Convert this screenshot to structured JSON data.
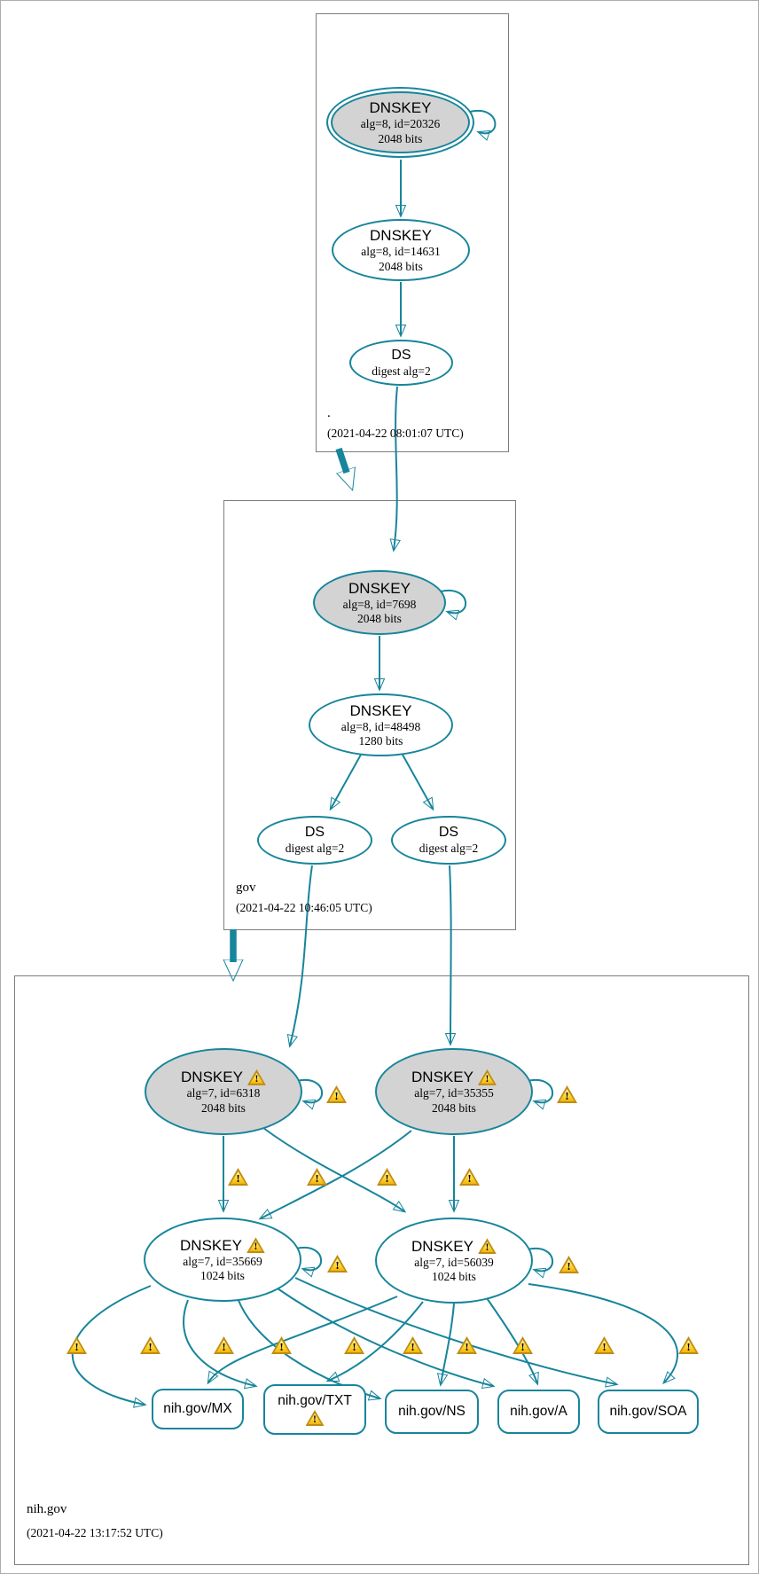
{
  "title": "DNSSEC authentication chain graph",
  "icons": {
    "warning_mark": "!",
    "warning": "warning-triangle"
  },
  "colors": {
    "edge": "#17859b",
    "node_border": "#17859b",
    "secure_key_fill": "#d3d3d3",
    "plain_fill": "#ffffff",
    "warning_yellow": "#fcd53a",
    "zone_box_border": "#7d7d7d"
  },
  "zones": {
    "root": {
      "label": ".",
      "timestamp": "(2021-04-22 08:01:07 UTC)",
      "ksk": {
        "title": "DNSKEY",
        "alg": "alg=8, id=20326",
        "bits": "2048 bits"
      },
      "zsk": {
        "title": "DNSKEY",
        "alg": "alg=8, id=14631",
        "bits": "2048 bits"
      },
      "ds": {
        "title": "DS",
        "digest": "digest alg=2"
      }
    },
    "gov": {
      "label": "gov",
      "timestamp": "(2021-04-22 10:46:05 UTC)",
      "ksk": {
        "title": "DNSKEY",
        "alg": "alg=8, id=7698",
        "bits": "2048 bits"
      },
      "zsk": {
        "title": "DNSKEY",
        "alg": "alg=8, id=48498",
        "bits": "1280 bits"
      },
      "ds_left": {
        "title": "DS",
        "digest": "digest alg=2"
      },
      "ds_right": {
        "title": "DS",
        "digest": "digest alg=2"
      }
    },
    "nih": {
      "label": "nih.gov",
      "timestamp": "(2021-04-22 13:17:52 UTC)",
      "ksk1": {
        "title": "DNSKEY",
        "alg": "alg=7, id=6318",
        "bits": "2048 bits"
      },
      "ksk2": {
        "title": "DNSKEY",
        "alg": "alg=7, id=35355",
        "bits": "2048 bits"
      },
      "zsk1": {
        "title": "DNSKEY",
        "alg": "alg=7, id=35669",
        "bits": "1024 bits"
      },
      "zsk2": {
        "title": "DNSKEY",
        "alg": "alg=7, id=56039",
        "bits": "1024 bits"
      },
      "rrsets": {
        "mx": {
          "label": "nih.gov/MX"
        },
        "txt": {
          "label": "nih.gov/TXT"
        },
        "ns": {
          "label": "nih.gov/NS"
        },
        "a": {
          "label": "nih.gov/A"
        },
        "soa": {
          "label": "nih.gov/SOA"
        }
      }
    }
  }
}
